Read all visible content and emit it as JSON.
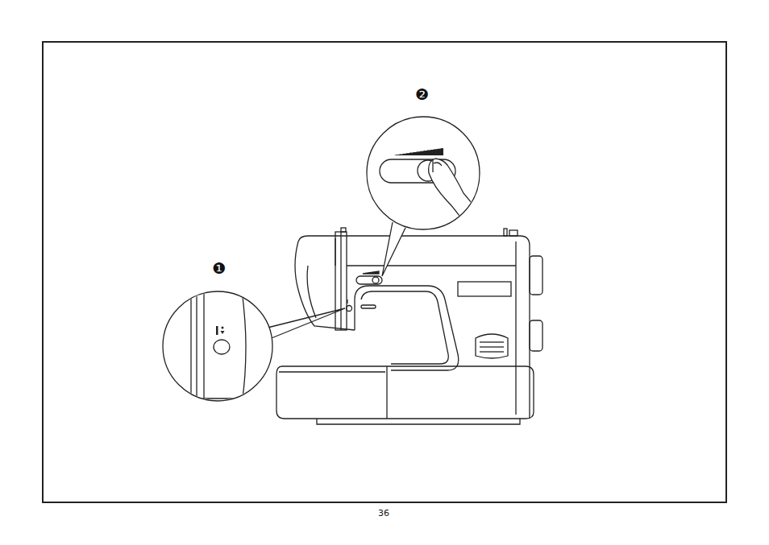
{
  "diagram": {
    "labels": [
      "❷",
      "❶",
      "36"
    ]
  }
}
